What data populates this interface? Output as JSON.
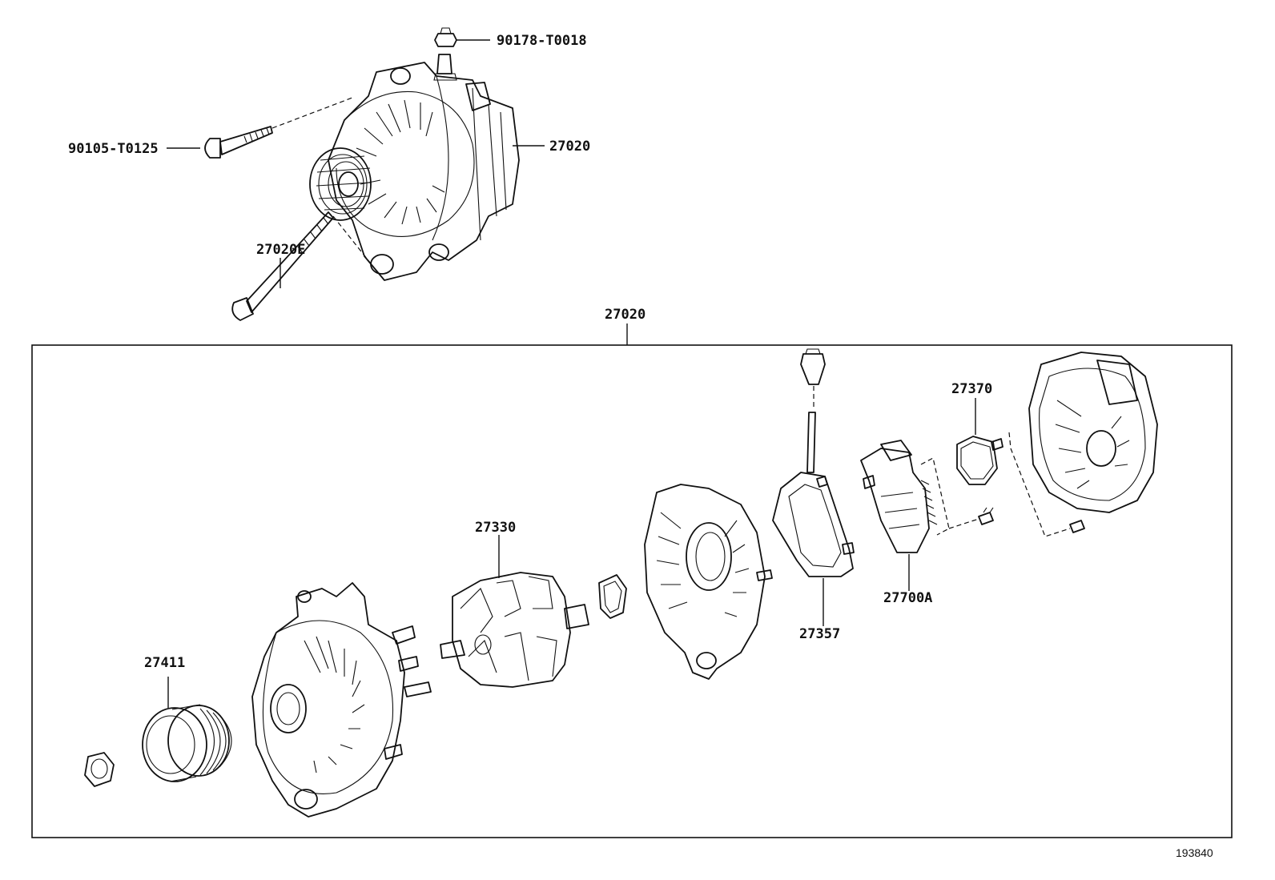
{
  "labels": {
    "nut_top": "90178-T0018",
    "bolt_long": "90105-T0125",
    "alternator_assy": "27020",
    "bolt_lower": "27020E",
    "assy_group": "27020",
    "rotor": "27330",
    "pulley": "27411",
    "rectifier": "27357",
    "regulator": "27700A",
    "brush_holder": "27370"
  },
  "reference_number": "193840"
}
